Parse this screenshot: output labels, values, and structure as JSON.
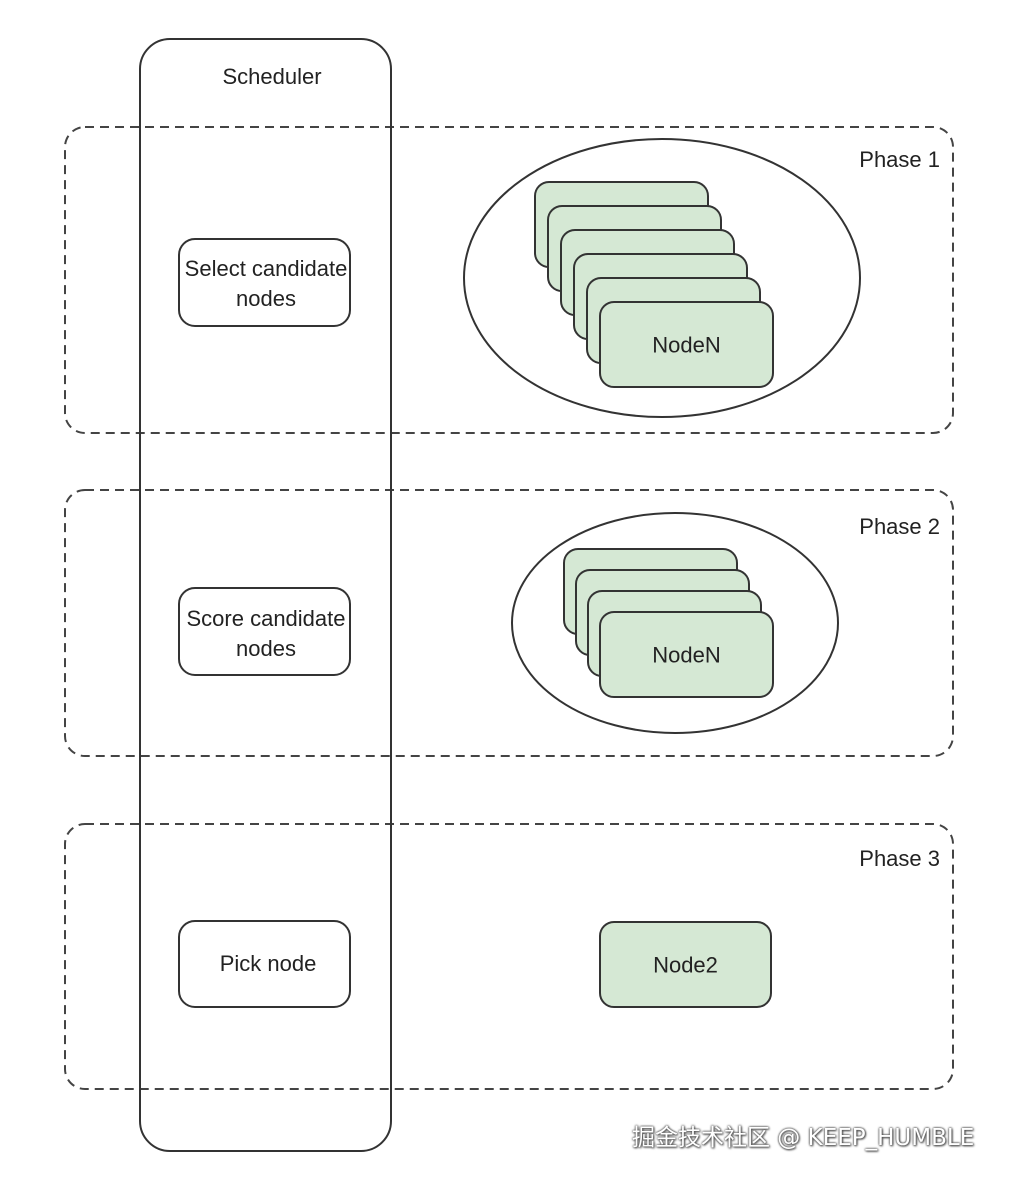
{
  "scheduler": {
    "title": "Scheduler"
  },
  "colors": {
    "node_fill": "#d5e8d4",
    "stroke": "#333333",
    "dashed_stroke": "#444444"
  },
  "phases": [
    {
      "label": "Phase 1",
      "step": [
        "Select candidate",
        "nodes"
      ],
      "node_label": "NodeN",
      "stack_count": 6
    },
    {
      "label": "Phase 2",
      "step": [
        "Score candidate",
        "nodes"
      ],
      "node_label": "NodeN",
      "stack_count": 4
    },
    {
      "label": "Phase 3",
      "step": [
        "Pick node"
      ],
      "node_label": "Node2",
      "stack_count": 1
    }
  ],
  "watermark": "掘金技术社区 @ KEEP_HUMBLE"
}
